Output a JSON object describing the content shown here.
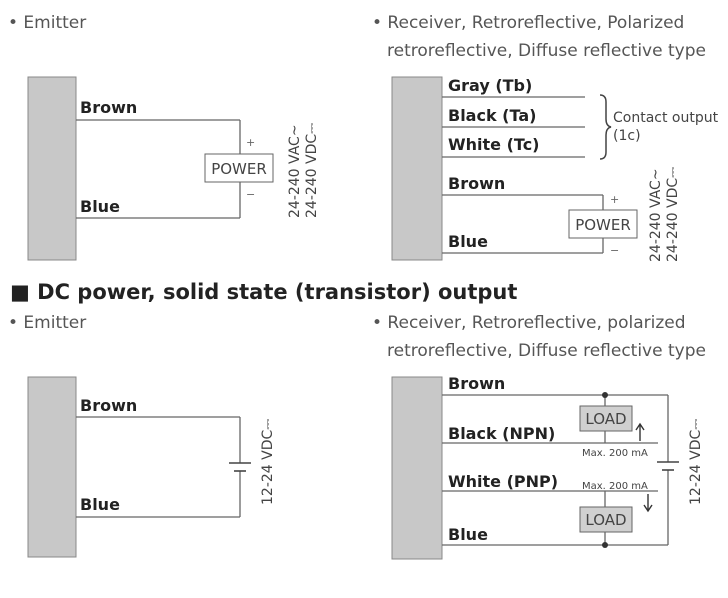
{
  "top": {
    "emitter_label": "• Emitter",
    "receiver_label_line1": "• Receiver, Retroreflective, Polarized",
    "receiver_label_line2": "retroreflective, Diffuse reflective type",
    "emitter_wires": {
      "brown": "Brown",
      "blue": "Blue"
    },
    "receiver_wires": {
      "gray": "Gray (Tb)",
      "black": "Black (Ta)",
      "white": "White (Tc)",
      "brown": "Brown",
      "blue": "Blue"
    },
    "contact_output_line1": "Contact output",
    "contact_output_line2": "(1c)",
    "power_label": "POWER",
    "voltage_ac": "24-240 VAC~",
    "voltage_dc": "24-240 VDC⎓",
    "plus": "+",
    "minus": "−"
  },
  "section_title": "■ DC power, solid state (transistor) output",
  "bottom": {
    "emitter_label": "• Emitter",
    "receiver_label_line1": "• Receiver, Retroreflective, polarized",
    "receiver_label_line2": "retroreflective, Diffuse reflective type",
    "emitter_wires": {
      "brown": "Brown",
      "blue": "Blue"
    },
    "receiver_wires": {
      "brown": "Brown",
      "black": "Black (NPN)",
      "white": "White (PNP)",
      "blue": "Blue"
    },
    "load_label": "LOAD",
    "max_current": "Max. 200 mA",
    "voltage_dc": "12-24 VDC⎓"
  }
}
